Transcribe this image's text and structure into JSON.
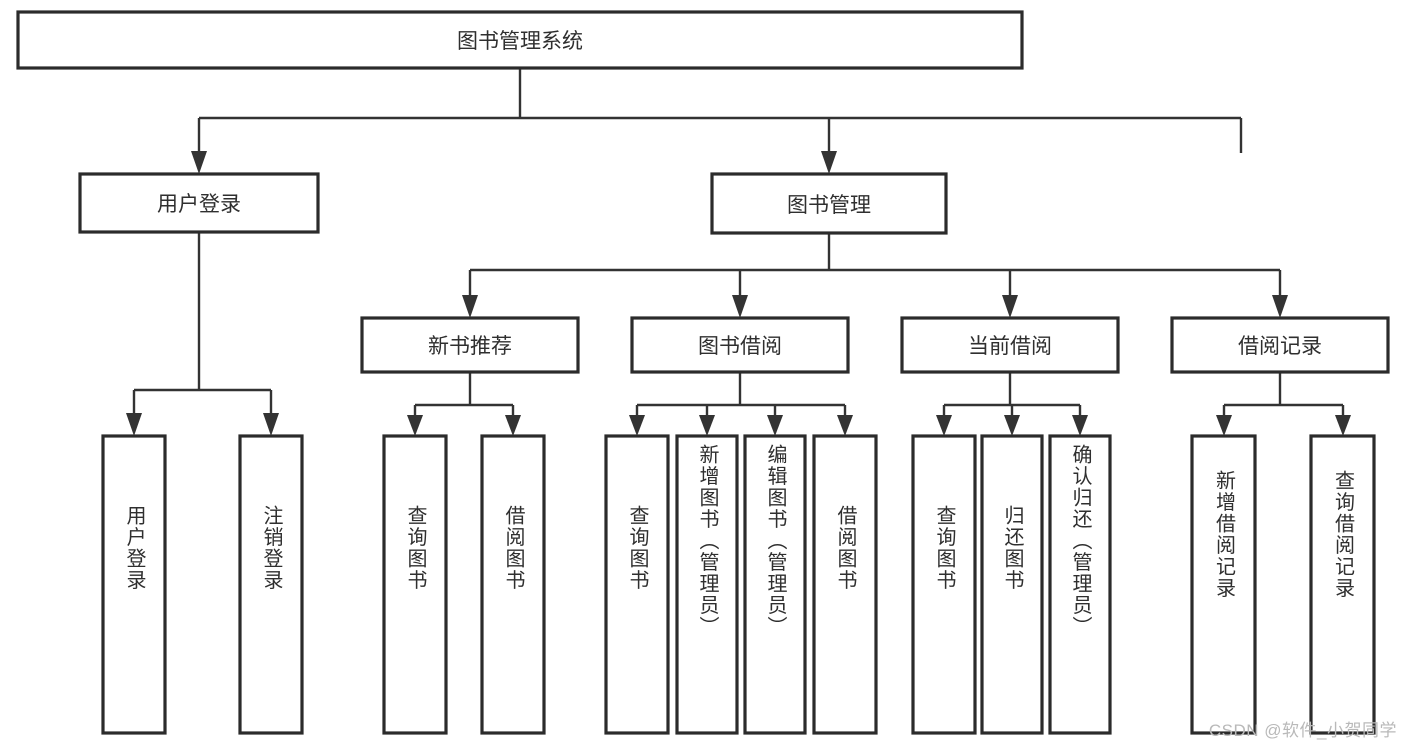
{
  "diagram": {
    "type": "tree-hierarchy",
    "title": "图书管理系统",
    "root": {
      "id": "root",
      "label": "图书管理系统",
      "orientation": "horizontal"
    },
    "level1": [
      {
        "id": "user-login",
        "label": "用户登录",
        "orientation": "horizontal"
      },
      {
        "id": "book-manage",
        "label": "图书管理",
        "orientation": "horizontal"
      }
    ],
    "level2": [
      {
        "id": "new-book-recommend",
        "label": "新书推荐",
        "orientation": "horizontal",
        "parent": "book-manage"
      },
      {
        "id": "book-borrow",
        "label": "图书借阅",
        "orientation": "horizontal",
        "parent": "book-manage"
      },
      {
        "id": "current-borrow",
        "label": "当前借阅",
        "orientation": "horizontal",
        "parent": "book-manage"
      },
      {
        "id": "borrow-record",
        "label": "借阅记录",
        "orientation": "horizontal",
        "parent": "book-manage"
      }
    ],
    "leaves": [
      {
        "id": "leaf-user-login",
        "label": "用户登录",
        "orientation": "vertical",
        "parent": "user-login"
      },
      {
        "id": "leaf-logout",
        "label": "注销登录",
        "orientation": "vertical",
        "parent": "user-login"
      },
      {
        "id": "leaf-query-book-1",
        "label": "查询图书",
        "orientation": "vertical",
        "parent": "new-book-recommend"
      },
      {
        "id": "leaf-borrow-book-1",
        "label": "借阅图书",
        "orientation": "vertical",
        "parent": "new-book-recommend"
      },
      {
        "id": "leaf-query-book-2",
        "label": "查询图书",
        "orientation": "vertical",
        "parent": "book-borrow"
      },
      {
        "id": "leaf-add-book",
        "label": "新增图书（管理员）",
        "orientation": "vertical",
        "parent": "book-borrow"
      },
      {
        "id": "leaf-edit-book",
        "label": "编辑图书（管理员）",
        "orientation": "vertical",
        "parent": "book-borrow"
      },
      {
        "id": "leaf-borrow-book-2",
        "label": "借阅图书",
        "orientation": "vertical",
        "parent": "book-borrow"
      },
      {
        "id": "leaf-query-book-3",
        "label": "查询图书",
        "orientation": "vertical",
        "parent": "current-borrow"
      },
      {
        "id": "leaf-return-book",
        "label": "归还图书",
        "orientation": "vertical",
        "parent": "current-borrow"
      },
      {
        "id": "leaf-confirm-return",
        "label": "确认归还（管理员）",
        "orientation": "vertical",
        "parent": "current-borrow"
      },
      {
        "id": "leaf-add-record",
        "label": "新增借阅记录",
        "orientation": "vertical",
        "parent": "borrow-record"
      },
      {
        "id": "leaf-query-record",
        "label": "查询借阅记录",
        "orientation": "vertical",
        "parent": "borrow-record"
      }
    ],
    "colors": {
      "background": "#ffffff",
      "box_fill": "#ffffff",
      "box_stroke": "#333333",
      "text": "#2f2f2f",
      "connector": "#333333",
      "watermark": "#b9b9b9"
    }
  },
  "watermark": {
    "text": "CSDN @软件_小贺同学"
  }
}
